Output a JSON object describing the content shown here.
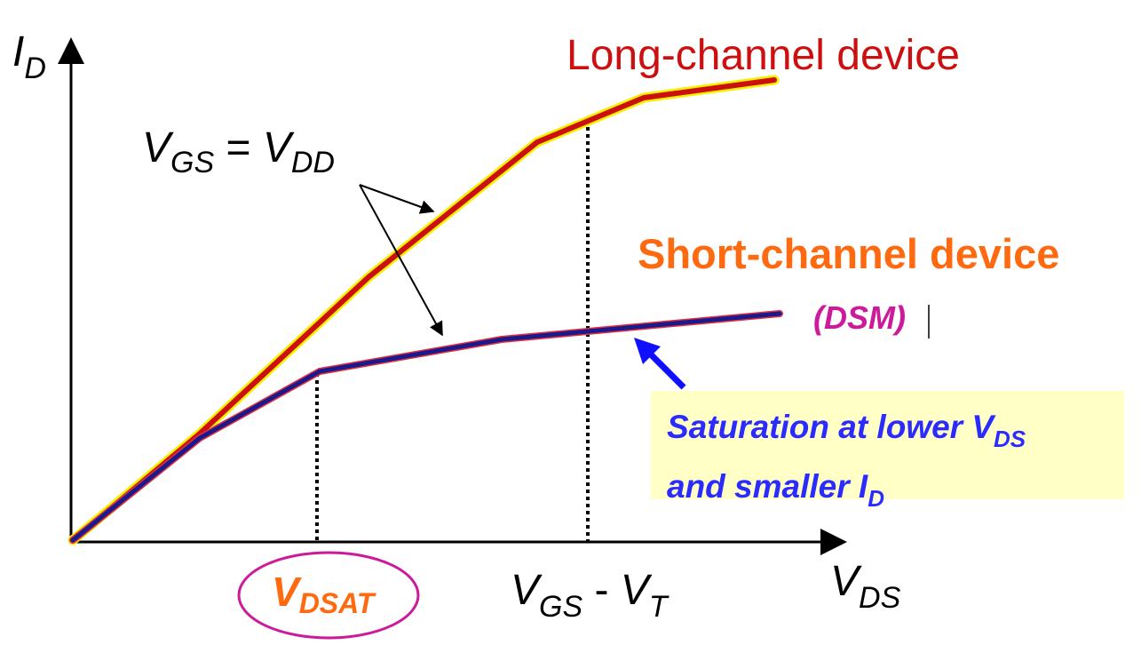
{
  "labels": {
    "y_axis": {
      "main": "I",
      "sub": "D"
    },
    "x_axis": {
      "main": "V",
      "sub": "DS"
    },
    "vgs_equals_vdd": {
      "v1": "V",
      "sub1": "GS",
      "eq": " = ",
      "v2": "V",
      "sub2": "DD"
    },
    "long_channel": "Long-channel device",
    "short_channel": "Short-channel device",
    "dsm": "(DSM)",
    "vdsat": {
      "main": "V",
      "sub": "DSAT"
    },
    "vgs_minus_vt": {
      "v1": "V",
      "sub1": "GS",
      "minus": " - ",
      "v2": "V",
      "sub2": "T"
    },
    "callout": {
      "line1_text": "Saturation at lower V",
      "line1_sub": "DS",
      "line2_text": "and smaller I",
      "line2_sub": "D"
    }
  },
  "colors": {
    "long_channel_curve": "#cc1010",
    "long_channel_outline": "#f5f200",
    "short_channel_curve": "#1a1a8c",
    "short_channel_outline": "#e03040",
    "long_channel_text": "#cc1010",
    "short_channel_text": "#ff6a10",
    "dsm_text": "#cc1a9a",
    "vdsat_text": "#ff6a10",
    "vdsat_ellipse": "#cc1a9a",
    "callout_text": "#2b2bff",
    "callout_bg": "#ffffc6",
    "callout_arrow": "#1010ff",
    "axis": "#000000"
  }
}
